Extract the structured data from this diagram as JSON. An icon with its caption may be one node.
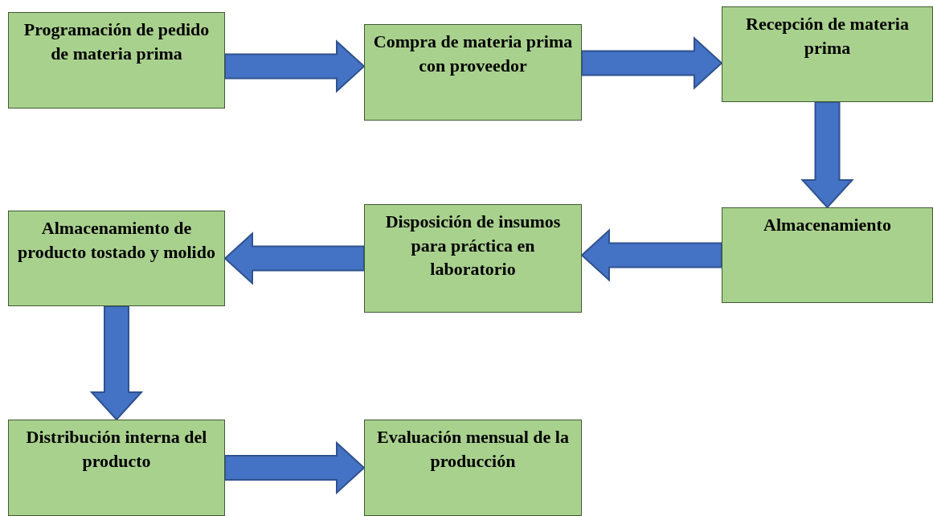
{
  "diagram": {
    "nodes": [
      {
        "text": [
          "Programación de pedido de materia prima"
        ]
      },
      {
        "text": [
          "Compra de materia prima con proveedor"
        ]
      },
      {
        "text": [
          "Recepción de materia prima"
        ]
      },
      {
        "text": [
          "Almacenamiento"
        ]
      },
      {
        "text": [
          "Disposición de insumos para práctica en laboratorio"
        ]
      },
      {
        "text": [
          "Almacenamiento de producto tostado y molido"
        ]
      },
      {
        "text": [
          "Distribución interna del producto"
        ]
      },
      {
        "text": [
          "Evaluación mensual de la producción"
        ]
      }
    ],
    "edges": [
      {
        "from": 0,
        "to": 1,
        "arrow": "to"
      },
      {
        "from": 1,
        "to": 2,
        "arrow": "to"
      },
      {
        "from": 2,
        "to": 3,
        "arrow": "to"
      },
      {
        "from": 3,
        "to": 4,
        "arrow": "to"
      },
      {
        "from": 4,
        "to": 5,
        "arrow": "to"
      },
      {
        "from": 5,
        "to": 6,
        "arrow": "to"
      },
      {
        "from": 6,
        "to": 7,
        "arrow": "to"
      }
    ]
  }
}
